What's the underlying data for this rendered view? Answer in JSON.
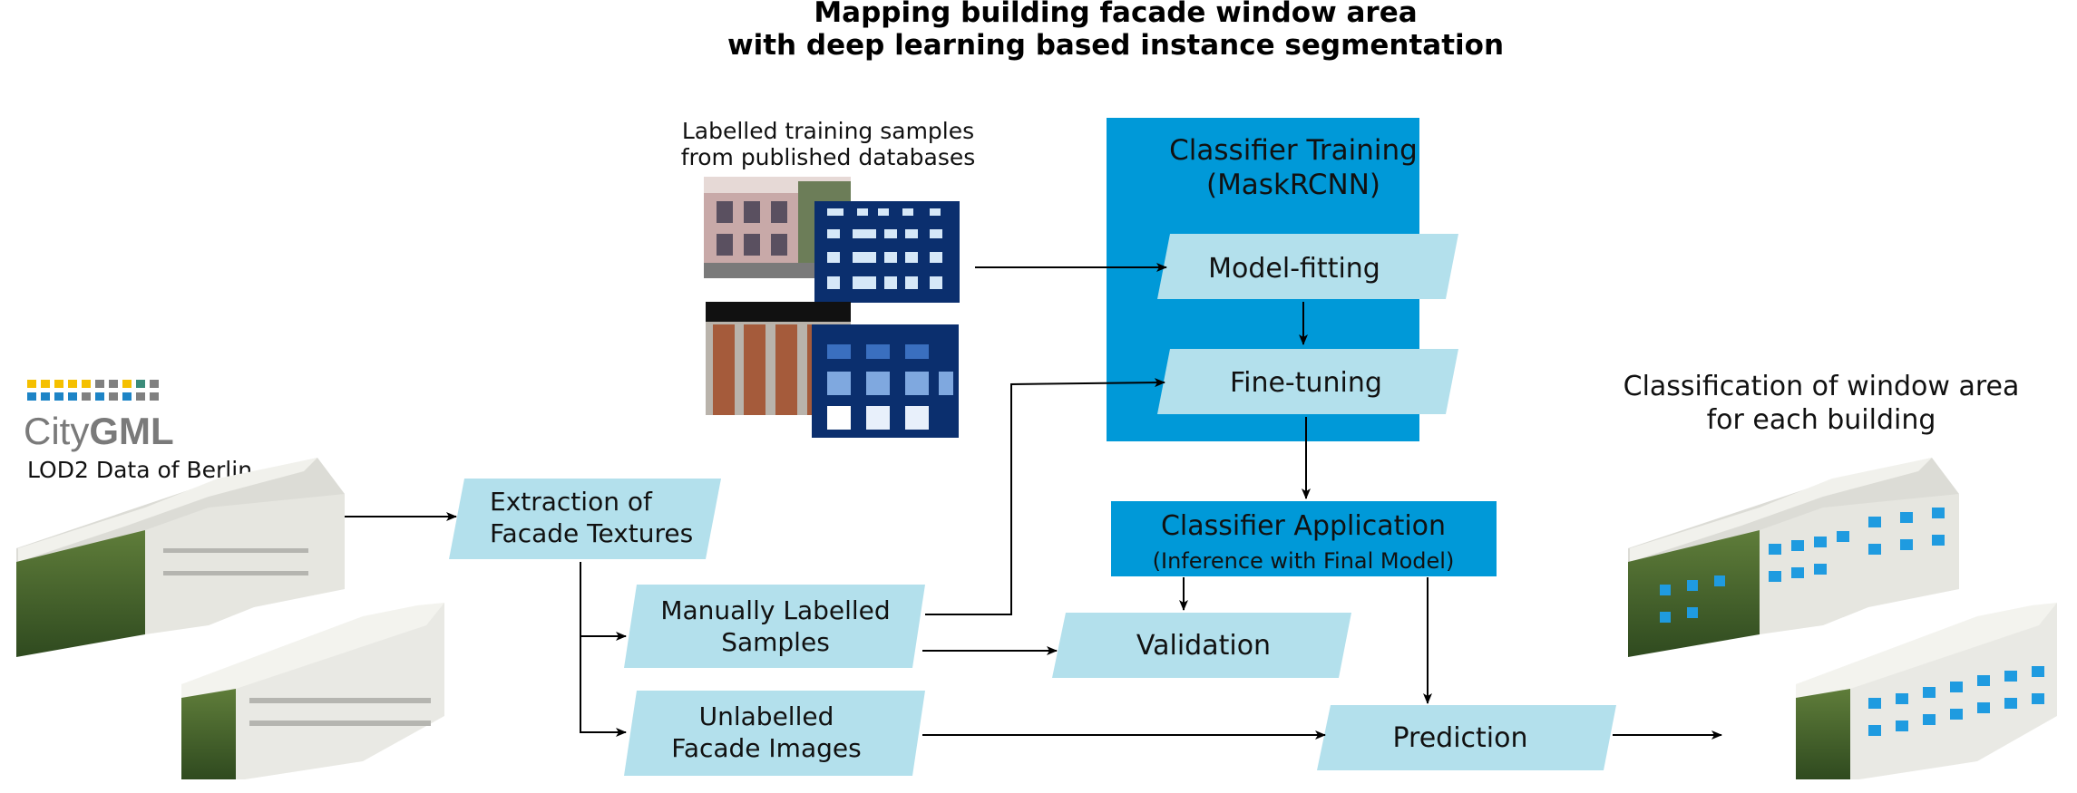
{
  "title": {
    "line1": "Mapping building facade window area",
    "line2": "with deep learning based instance segmentation"
  },
  "training_samples": {
    "line1": "Labelled training samples",
    "line2": "from published databases"
  },
  "citygml": {
    "logo_prefix": "City",
    "logo_bold": "GML",
    "caption": "LOD2 Data of Berlin"
  },
  "classifier_training": {
    "line1": "Classifier Training",
    "line2": "(MaskRCNN)",
    "step1": "Model-fitting",
    "step2": "Fine-tuning"
  },
  "extraction": {
    "line1": "Extraction of",
    "line2": "Facade Textures"
  },
  "manual": {
    "line1": "Manually Labelled",
    "line2": "Samples"
  },
  "unlabelled": {
    "line1": "Unlabelled",
    "line2": "Facade Images"
  },
  "classifier_application": {
    "line1": "Classifier Application",
    "line2": "(Inference with Final Model)"
  },
  "validation": "Validation",
  "prediction": "Prediction",
  "result": {
    "line1": "Classification of window area",
    "line2": "for each building"
  },
  "colors": {
    "light_box": "#b3e0ec",
    "accent_blue": "#0099d8",
    "mask_navy": "#0b2f6e"
  }
}
